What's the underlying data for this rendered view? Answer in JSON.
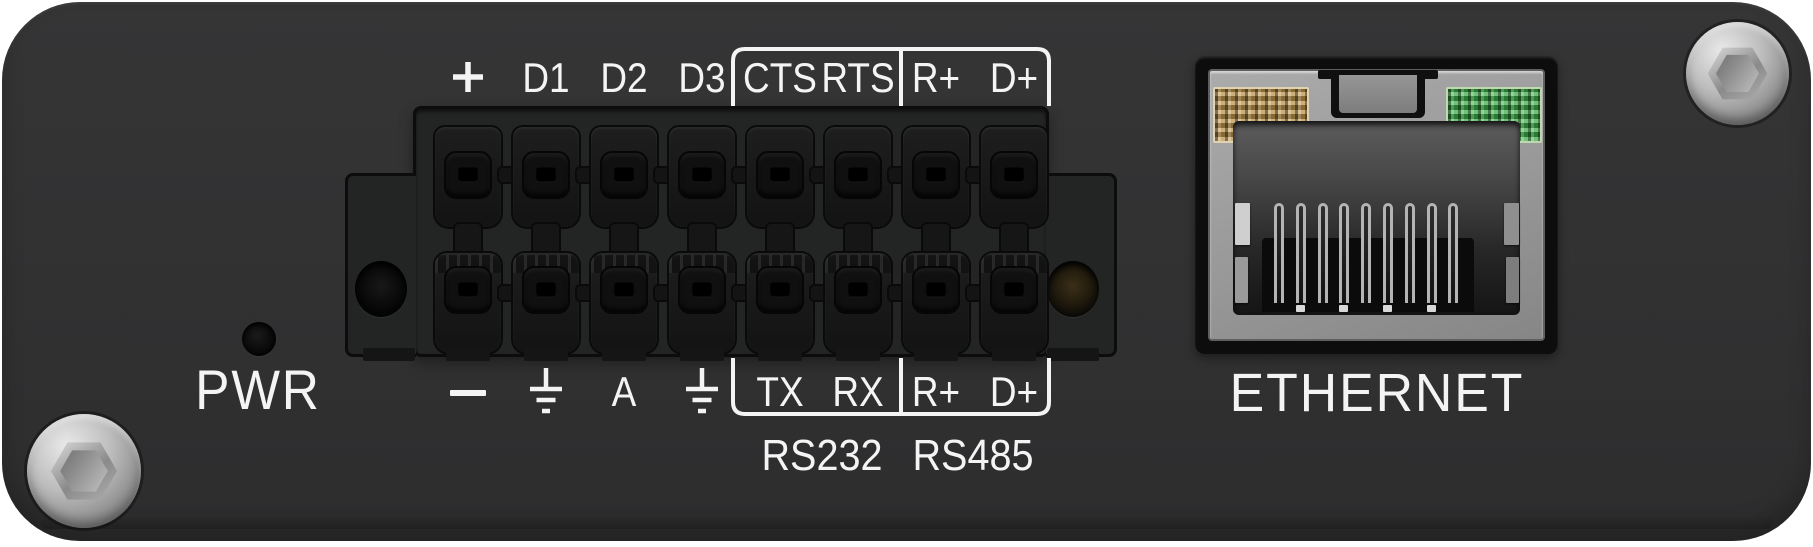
{
  "power": {
    "label": "PWR"
  },
  "ethernet": {
    "label": "ETHERNET",
    "led_left_color": "#c59a4c",
    "led_right_color": "#3db349",
    "pin_count": 9
  },
  "terminal_block": {
    "top_labels": [
      "+",
      "D1",
      "D2",
      "D3",
      "CTS",
      "RTS",
      "R+",
      "D+"
    ],
    "bottom_labels": [
      "−",
      "⏚",
      "A",
      "⏚",
      "TX",
      "RX",
      "R+",
      "D+"
    ],
    "group_labels": [
      "RS232",
      "RS485"
    ]
  },
  "colors": {
    "panel": "#313132",
    "labels": "#f4f4f4",
    "screw": "#b9b9b9"
  },
  "icons": {
    "ground": "earth-ground-symbol",
    "plus": "plus-symbol",
    "minus": "minus-symbol",
    "screws": "hex-socket-screw"
  }
}
